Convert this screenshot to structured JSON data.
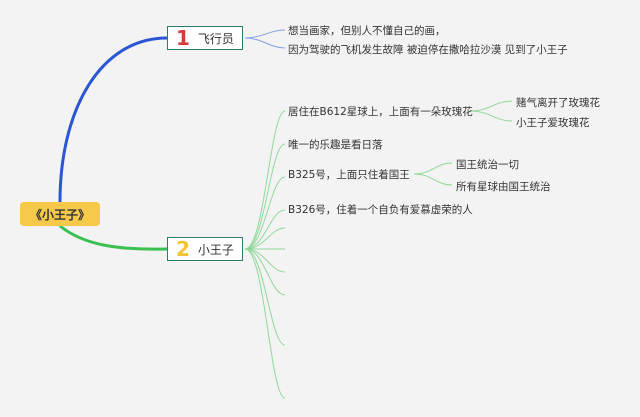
{
  "root": {
    "label": "《小王子》"
  },
  "branch1": {
    "number": "1",
    "label": "飞行员",
    "leaves": [
      "想当画家，但别人不懂自己的画，",
      "因为驾驶的飞机发生故障 被迫停在撒哈拉沙漠 见到了小王子"
    ]
  },
  "branch2": {
    "number": "2",
    "label": "小王子",
    "leaves": [
      {
        "label": "居住在B612星球上，上面有一朵玫瑰花",
        "children": [
          "赌气离开了玫瑰花",
          "小王子爱玫瑰花"
        ]
      },
      {
        "label": "唯一的乐趣是看日落",
        "children": []
      },
      {
        "label": "B325号，上面只住着国王",
        "children": [
          "国王统治一切",
          "所有星球由国王统治"
        ]
      },
      {
        "label": "B326号，住着一个自负有爱慕虚荣的人",
        "children": []
      }
    ]
  },
  "colors": {
    "branch1_line": "#2a56d6",
    "branch2_line": "#3bbf4f",
    "leaf1_line": "#7fa0ea",
    "leaf2_line": "#8fd89a",
    "root_fill": "#f6c94b"
  }
}
